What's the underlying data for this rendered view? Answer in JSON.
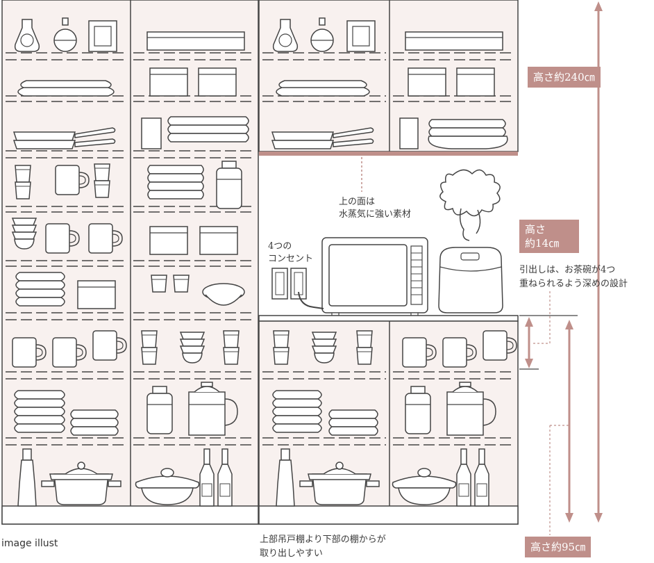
{
  "labels": {
    "top_surface_line1": "上の面は",
    "top_surface_line2": "水蒸気に強い素材",
    "outlet_line1": "4つの",
    "outlet_line2": "コンセント",
    "drawer_note_line1": "引出しは、お茶碗が4つ",
    "drawer_note_line2": "重ねられるよう深めの設計",
    "bottom_note_line1": "上部吊戸棚より下部の棚からが",
    "bottom_note_line2": "取り出しやすい",
    "image_caption": "image illust"
  },
  "dimensions": {
    "height_total": "高さ約240㎝",
    "drawer_line1": "高さ",
    "drawer_line2": "約14㎝",
    "height_lower": "高さ約95㎝"
  },
  "colors": {
    "panel_fill": "#f8f1ef",
    "accent": "#bf8f8a",
    "arrow": "#bf8f8a",
    "line": "#444444"
  }
}
